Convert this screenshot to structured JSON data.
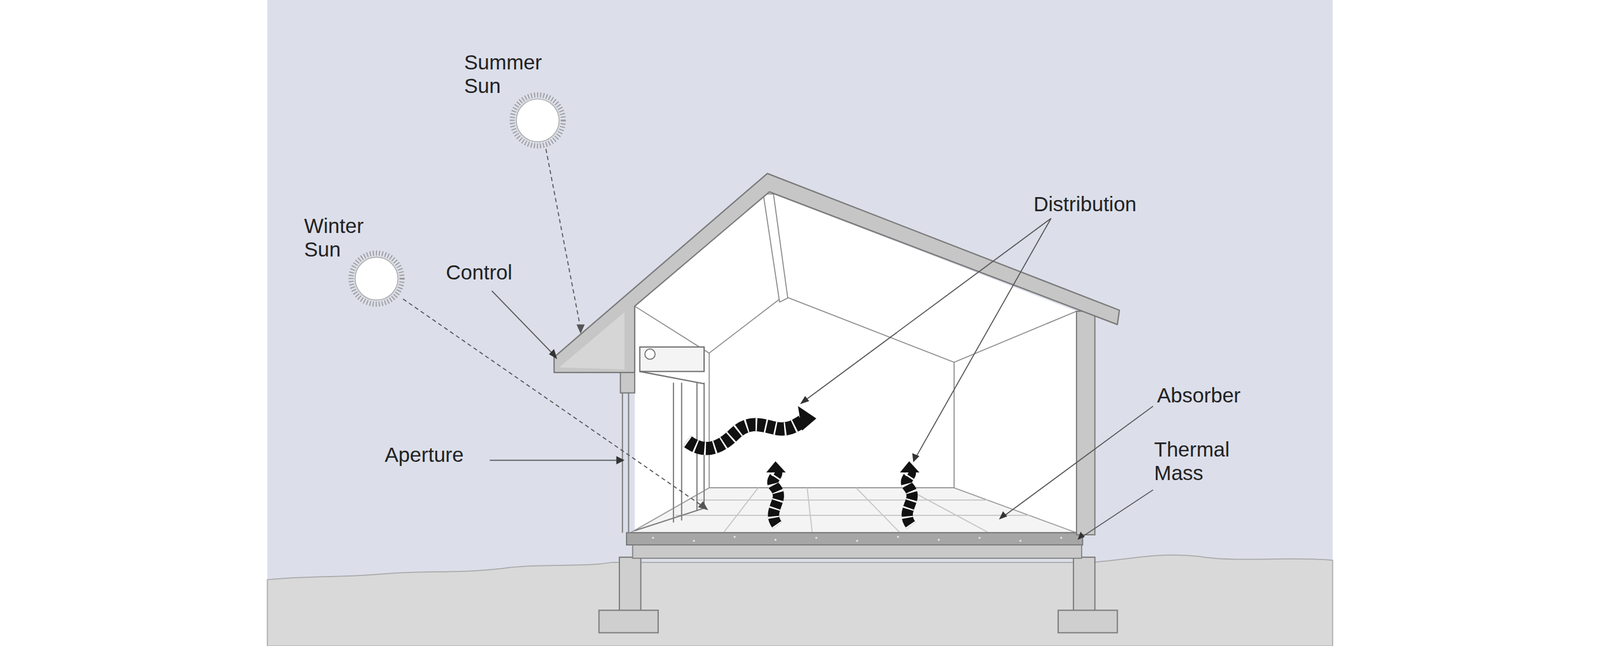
{
  "diagram": {
    "labels": [
      "Summer Sun",
      "Winter Sun",
      "Control",
      "Distribution",
      "Aperture",
      "Absorber",
      "Thermal Mass"
    ]
  }
}
